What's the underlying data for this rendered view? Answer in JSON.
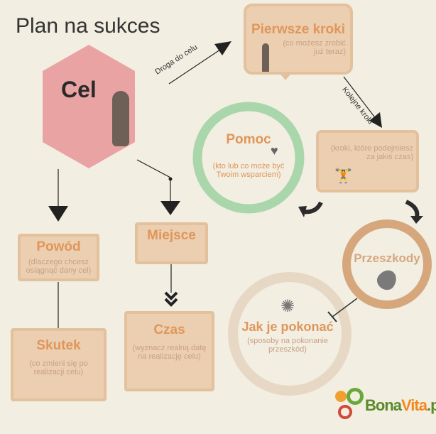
{
  "title": "Plan na sukces",
  "goal": {
    "label": "Cel"
  },
  "arrows": {
    "road": "Droga do celu",
    "next": "Kolejne kroki"
  },
  "first_steps": {
    "title": "Pierwsze kroki",
    "subtitle": "(co możesz zrobić już teraz)"
  },
  "next_steps": {
    "subtitle": "(kroki, które podejmiesz za jakiś czas)"
  },
  "help": {
    "title": "Pomoc",
    "subtitle": "(kto lub co może być Twoim wsparciem)"
  },
  "obstacles": {
    "title": "Przeszkody"
  },
  "overcome": {
    "title": "Jak je pokonać",
    "subtitle": "(sposoby na pokonanie przeszkód)"
  },
  "reason": {
    "title": "Powód",
    "subtitle": "(dlaczego chcesz osiągnąć dany cel)"
  },
  "effect": {
    "title": "Skutek",
    "subtitle": "(co zmieni się po realizacji celu)"
  },
  "place": {
    "title": "Miejsce"
  },
  "time": {
    "title": "Czas",
    "subtitle": "(wyznacz realną datę na realizację celu)"
  },
  "logo": {
    "text_a": "Bona",
    "text_b": "Vita",
    "text_c": ".pl"
  },
  "colors": {
    "accent": "#e0965a",
    "hex": "#e9a3a3",
    "green": "#a9d7ab",
    "brown": "#d6a77c"
  }
}
